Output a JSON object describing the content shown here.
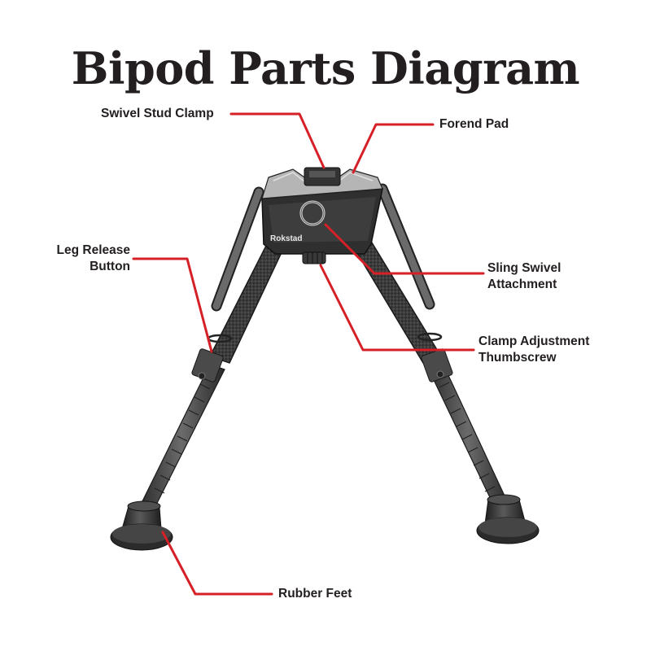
{
  "title": "Bipod Parts Diagram",
  "colors": {
    "leader": "#d62027",
    "text": "#231f20",
    "metal": "#3a3a3a"
  },
  "labels": {
    "swivel_stud_clamp": "Swivel Stud Clamp",
    "forend_pad": "Forend Pad",
    "leg_release_button": [
      "Leg Release",
      "Button"
    ],
    "sling_swivel_attachment": [
      "Sling Swivel",
      "Attachment"
    ],
    "clamp_adjustment_thumbscrew": [
      "Clamp Adjustment",
      "Thumbscrew"
    ],
    "rubber_feet": "Rubber Feet"
  },
  "brand_mark": "Rokstad"
}
